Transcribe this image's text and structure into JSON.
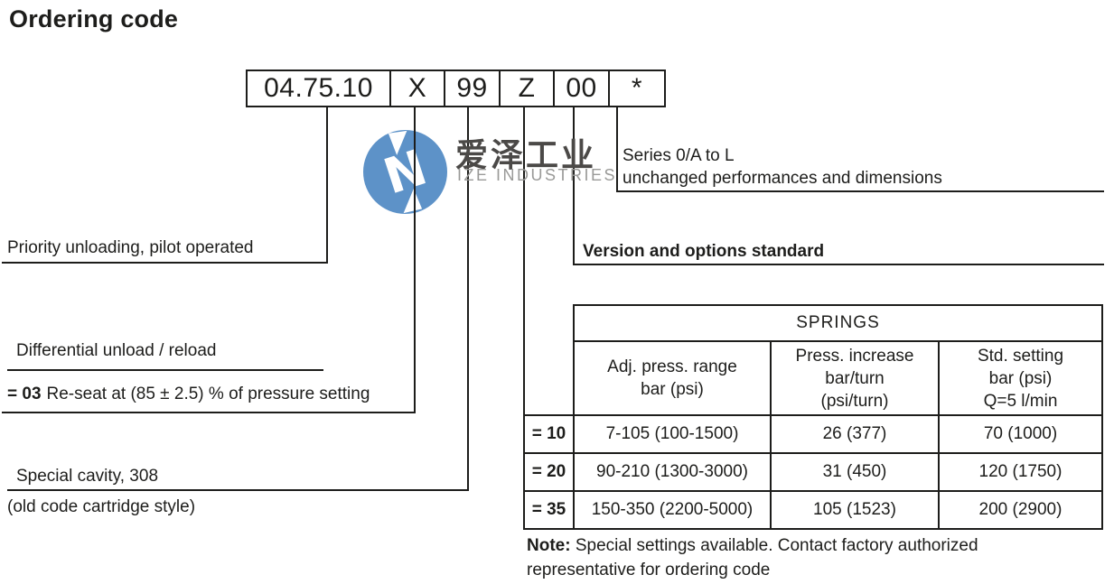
{
  "page": {
    "title": "Ordering code"
  },
  "ordering_code": {
    "segments": [
      "04.75.10",
      "X",
      "99",
      "Z",
      "00",
      "*"
    ]
  },
  "callouts": {
    "series": {
      "line1": "Series 0/A to L",
      "line2": "unchanged performances and dimensions"
    },
    "priority": "Priority unloading, pilot operated",
    "version": "Version and options standard",
    "differential": {
      "title": "Differential unload / reload",
      "code": "= 03",
      "description": "Re-seat at (85 ± 2.5) % of pressure setting"
    },
    "cavity": {
      "title": "Special cavity, 308",
      "subtitle": "(old code cartridge style)"
    }
  },
  "springs_table": {
    "title": "SPRINGS",
    "columns": [
      {
        "lines": [
          "Adj. press. range",
          "bar (psi)"
        ]
      },
      {
        "lines": [
          "Press. increase",
          "bar/turn",
          "(psi/turn)"
        ]
      },
      {
        "lines": [
          "Std. setting",
          "bar (psi)",
          "Q=5 l/min"
        ]
      }
    ],
    "rows": [
      {
        "cells": [
          "= 10",
          "7-105 (100-1500)",
          "26 (377)",
          "70 (1000)"
        ]
      },
      {
        "cells": [
          "= 20",
          "90-210 (1300-3000)",
          "31 (450)",
          "120 (1750)"
        ]
      },
      {
        "cells": [
          "= 35",
          "150-350 (2200-5000)",
          "105 (1523)",
          "200 (2900)"
        ]
      }
    ],
    "note_label": "Note:",
    "note_text": "Special settings available. Contact factory authorized representative for ordering code"
  },
  "watermark": {
    "cn": "爱泽工业",
    "en": "IZE INDUSTRIES"
  },
  "colors": {
    "ink": "#1d1d1b",
    "logo_blue": "#5d92c8",
    "watermark_gray": "#9a9a98"
  }
}
